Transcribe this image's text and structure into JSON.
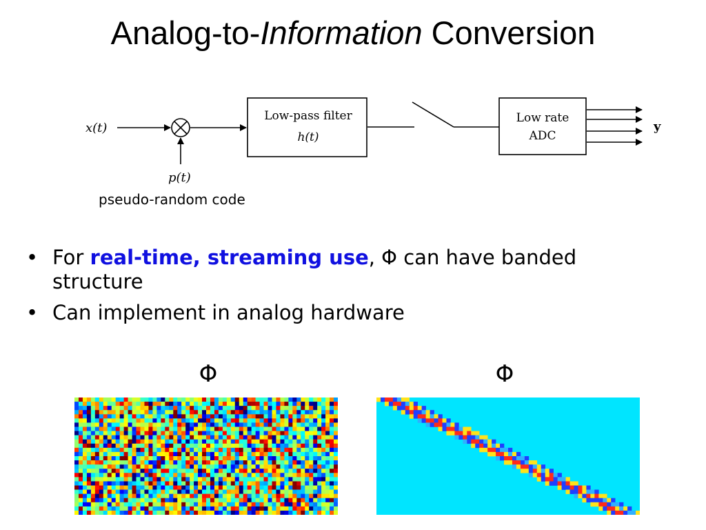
{
  "title": {
    "part1": "Analog-to-",
    "part2": "Information",
    "part3": " Conversion"
  },
  "diagram": {
    "input_label": "x(t)",
    "modulator_label": "p(t)",
    "filter_line1": "Low-pass filter",
    "filter_line2": "h(t)",
    "adc_line1": "Low rate",
    "adc_line2": "ADC",
    "output_label": "y",
    "caption": "pseudo-random code"
  },
  "bullets": [
    {
      "prefix": "For ",
      "highlight": "real-time, streaming use",
      "suffix": ", Φ can have banded structure"
    },
    {
      "text": "Can implement in analog hardware"
    }
  ],
  "matrices": {
    "left_label": "Φ",
    "right_label": "Φ",
    "background_color": "#00e5ff",
    "band_colors": [
      "#ff2a1a",
      "#1f3fff",
      "#ffe31a",
      "#2fb0ff"
    ]
  }
}
